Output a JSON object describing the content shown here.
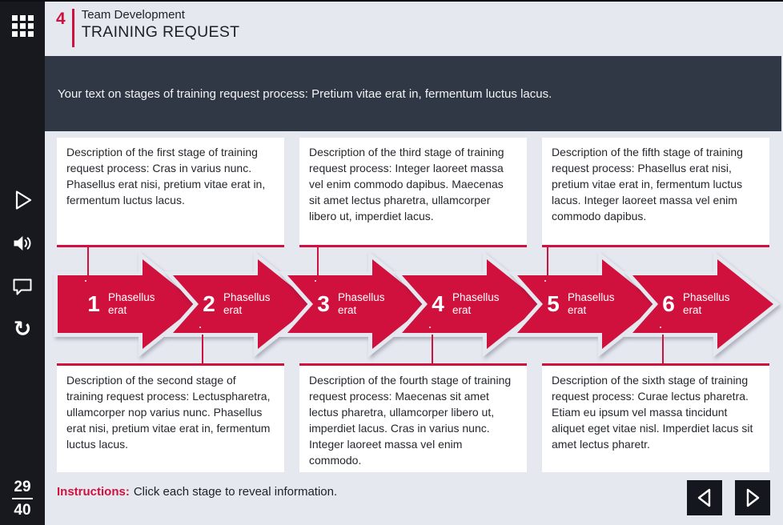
{
  "header": {
    "number": "4",
    "pretitle": "Team Development",
    "title": "TRAINING REQUEST"
  },
  "banner": {
    "text": "Your text on stages of training request process: Pretium vitae erat in, fermentum luctus lacus."
  },
  "sidebar": {
    "menu_icon": "grid-menu-icon",
    "tool_icons": [
      "play-icon",
      "audio-icon",
      "comment-icon",
      "replay-icon"
    ],
    "counter": {
      "current": "29",
      "total": "40"
    }
  },
  "stages": [
    {
      "number": "1",
      "label": "Phasellus erat",
      "callout_position": "top",
      "description": "Description of the first stage of training request process: Cras in varius nunc. Phasellus erat nisi, pretium vitae erat in, fermentum luctus lacus."
    },
    {
      "number": "2",
      "label": "Phasellus erat",
      "callout_position": "bottom",
      "description": "Description of the second stage of training request process: Lectuspharetra, ullamcorper nop varius nunc. Phasellus erat nisi, pretium vitae erat in, fermentum luctus lacus."
    },
    {
      "number": "3",
      "label": "Phasellus erat",
      "callout_position": "top",
      "description": "Description of the third stage of training request process: Integer laoreet massa vel enim commodo dapibus. Maecenas sit amet lectus pharetra, ullamcorper libero ut, imperdiet lacus."
    },
    {
      "number": "4",
      "label": "Phasellus erat",
      "callout_position": "bottom",
      "description": "Description of the fourth stage of training request process: Maecenas sit amet lectus pharetra, ullamcorper libero ut, imperdiet lacus. Cras in varius nunc. Integer laoreet massa vel enim commodo."
    },
    {
      "number": "5",
      "label": "Phasellus erat",
      "callout_position": "top",
      "description": "Description of the fifth stage of training request process: Phasellus erat nisi, pretium vitae erat in, fermentum luctus lacus. Integer laoreet massa vel enim commodo dapibus."
    },
    {
      "number": "6",
      "label": "Phasellus erat",
      "callout_position": "bottom",
      "description": "Description of the sixth stage of training request process: Curae lectus pharetra. Etiam eu ipsum vel massa tincidunt aliquet eget vitae nisl. Imperdiet lacus sit amet lectus pharetr."
    }
  ],
  "footer": {
    "instructions_label": "Instructions:",
    "instructions_text": "Click each stage to reveal information."
  },
  "nav": {
    "prev_icon": "triangle-left-icon",
    "next_icon": "triangle-right-icon"
  },
  "colors": {
    "accent": "#d0113e",
    "sidebar_bg": "#17191f",
    "banner_bg": "#313845",
    "page_bg": "#e6e8f0",
    "box_bg": "#ffffff",
    "text_dark": "#1d2126",
    "text_light": "#f2f3f6"
  }
}
